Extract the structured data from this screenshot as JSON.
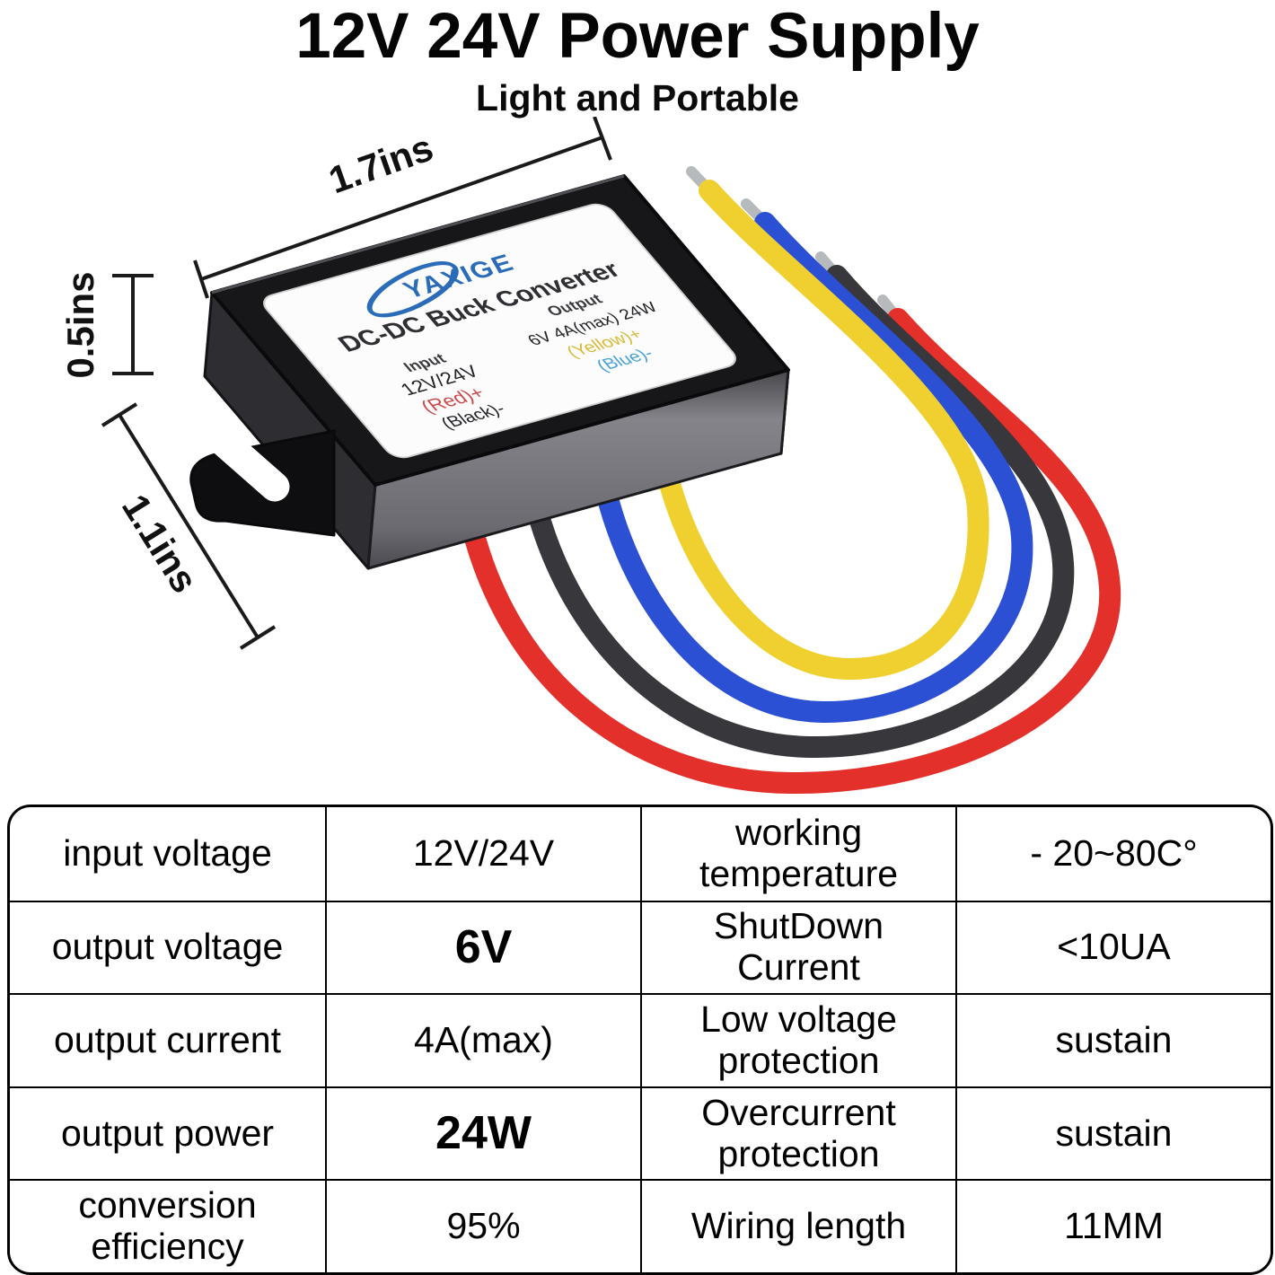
{
  "header": {
    "title": "12V 24V Power Supply",
    "subtitle": "Light and Portable"
  },
  "figure": {
    "dimensions": {
      "width": "1.7ins",
      "height": "0.5ins",
      "depth": "1.1ins"
    },
    "device_label": {
      "brand": "YAXIGE",
      "product": "DC-DC Buck Converter",
      "input_heading": "Input",
      "input_voltage": "12V/24V",
      "input_positive": "(Red)+",
      "input_negative": "(Black)-",
      "output_heading": "Output",
      "output_spec": "6V 4A(max) 24W",
      "output_positive": "(Yellow)+",
      "output_negative": "(Blue)-"
    },
    "colors": {
      "wire_red": "#e3302a",
      "wire_black": "#38383c",
      "wire_blue": "#2b50d4",
      "wire_yellow": "#efd02f",
      "metal": "#b7babd",
      "brand_blue": "#2b6cb8",
      "label_red": "#c94848",
      "label_yellow": "#d9ba35",
      "label_blue": "#45a0d8",
      "label_dark": "#2f2f33"
    }
  },
  "spec_table": {
    "rows": [
      {
        "c1": "input voltage",
        "c2": "12V/24V",
        "c3": "working temperature",
        "c4": "- 20~80C°"
      },
      {
        "c1": "output voltage",
        "c2": "6V",
        "c3": "ShutDown Current",
        "c4": "<10UA"
      },
      {
        "c1": "output current",
        "c2": "4A(max)",
        "c3": "Low voltage protection",
        "c4": "sustain"
      },
      {
        "c1": "output power",
        "c2": "24W",
        "c3": "Overcurrent protection",
        "c4": "sustain"
      },
      {
        "c1": "conversion efficiency",
        "c2": "95%",
        "c3": "Wiring length",
        "c4": "11MM"
      }
    ]
  }
}
